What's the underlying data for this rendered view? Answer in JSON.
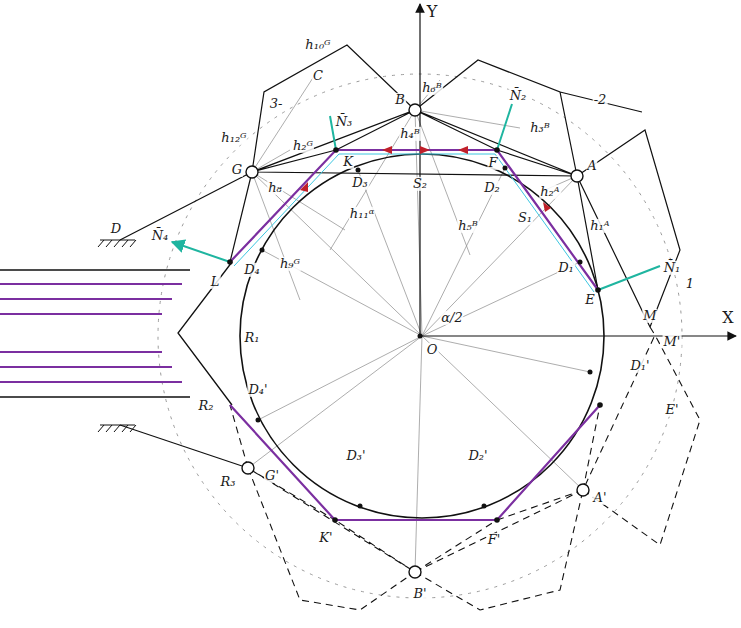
{
  "diagram": {
    "labels": [
      "Y",
      "X",
      "C",
      "h₁₀ᴳ",
      "h₆ᴮ",
      "B",
      "N̄₃",
      "N̄₂",
      "-2",
      "3-",
      "h₁₂ᴳ",
      "h₂ᴳ",
      "h₄ᴮ",
      "h₃ᴮ",
      "K",
      "F",
      "A",
      "G",
      "h₈",
      "D₃",
      "S₂",
      "D₂",
      "h₂ᴬ",
      "S₁",
      "h₁ᴬ",
      "h₁₁ᵅ",
      "h₅ᴮ",
      "D",
      "N̄₄",
      "D₁",
      "E",
      "N̄₁",
      "1",
      "L",
      "D₄",
      "h₉ᴳ",
      "α/2",
      "O",
      "R₁",
      "M",
      "M'",
      "D₁'",
      "E'",
      "D₄'",
      "R₂",
      "G'",
      "R₃",
      "D₃'",
      "D₂'",
      "A'",
      "K'",
      "F'",
      "B'"
    ]
  }
}
